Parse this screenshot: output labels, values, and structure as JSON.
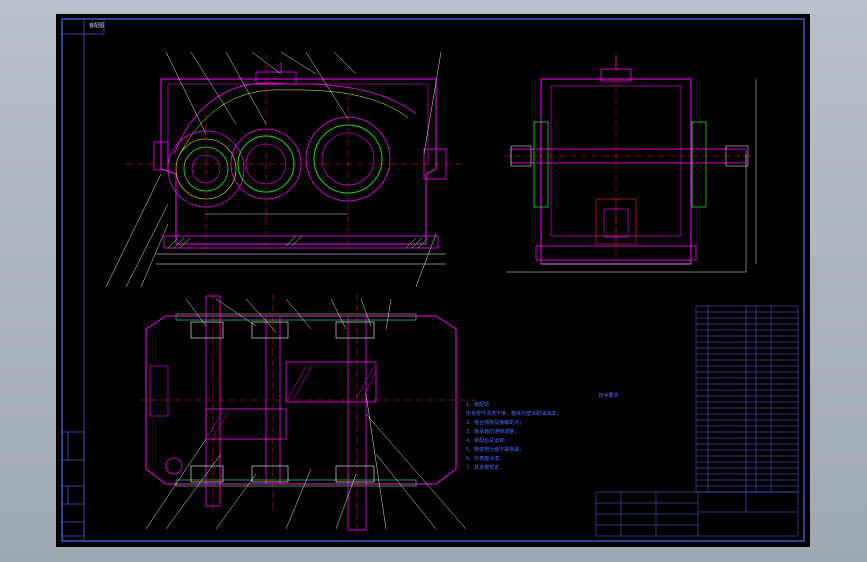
{
  "colors": {
    "background": "#000000",
    "frame": "#4f6bff",
    "outline": "#ff00ff",
    "centerline": "#ff2020",
    "gear": "#20e020",
    "hatch": "#30c030",
    "dimension": "#ffffff",
    "highlight": "#ffff00"
  },
  "drawing": {
    "title_tag": "装配图"
  },
  "notes": {
    "heading_1": "技术要求",
    "heading_2": "1、装配前",
    "lines": [
      "所有零件清洗干净，箱体内壁涂耐油油漆；",
      "2、啮合侧隙及接触斑点；",
      "3、轴承轴向游隙调整；",
      "4、装配后试运转；",
      "5、箱体剖分面不得渗漏；",
      "6、外表面涂漆；",
      "7、其余按规定。"
    ]
  }
}
